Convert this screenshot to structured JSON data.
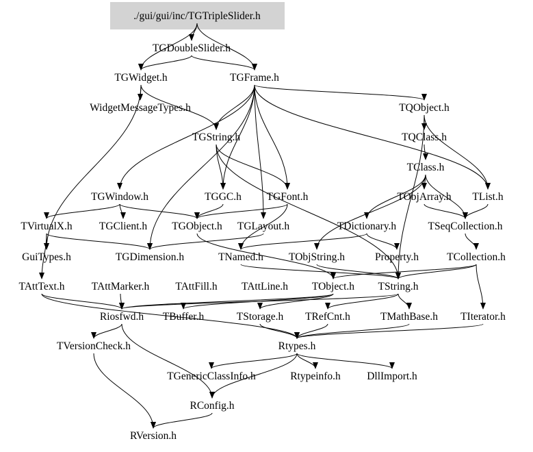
{
  "graph": {
    "title": "./gui/gui/inc/TGTripleSlider.h",
    "colors": {
      "root_fill": "#d3d3d3",
      "edge": "#000000",
      "text": "#000000",
      "background": "#ffffff"
    },
    "nodes": [
      {
        "id": "root",
        "label": "./gui/gui/inc/TGTripleSlider.h",
        "root": true
      },
      {
        "id": "TGDoubleSlider",
        "label": "TGDoubleSlider.h"
      },
      {
        "id": "TGWidget",
        "label": "TGWidget.h"
      },
      {
        "id": "TGFrame",
        "label": "TGFrame.h"
      },
      {
        "id": "WidgetMessageTypes",
        "label": "WidgetMessageTypes.h"
      },
      {
        "id": "TQObject",
        "label": "TQObject.h"
      },
      {
        "id": "TGString",
        "label": "TGString.h"
      },
      {
        "id": "TQClass",
        "label": "TQClass.h"
      },
      {
        "id": "TClass",
        "label": "TClass.h"
      },
      {
        "id": "TGWindow",
        "label": "TGWindow.h"
      },
      {
        "id": "TGGC",
        "label": "TGGC.h"
      },
      {
        "id": "TGFont",
        "label": "TGFont.h"
      },
      {
        "id": "TObjArray",
        "label": "TObjArray.h"
      },
      {
        "id": "TList",
        "label": "TList.h"
      },
      {
        "id": "TVirtualX",
        "label": "TVirtualX.h"
      },
      {
        "id": "TGClient",
        "label": "TGClient.h"
      },
      {
        "id": "TGObject",
        "label": "TGObject.h"
      },
      {
        "id": "TGLayout",
        "label": "TGLayout.h"
      },
      {
        "id": "TDictionary",
        "label": "TDictionary.h"
      },
      {
        "id": "TSeqCollection",
        "label": "TSeqCollection.h"
      },
      {
        "id": "GuiTypes",
        "label": "GuiTypes.h"
      },
      {
        "id": "TGDimension",
        "label": "TGDimension.h"
      },
      {
        "id": "TNamed",
        "label": "TNamed.h"
      },
      {
        "id": "TObjString",
        "label": "TObjString.h"
      },
      {
        "id": "Property",
        "label": "Property.h"
      },
      {
        "id": "TCollection",
        "label": "TCollection.h"
      },
      {
        "id": "TAttText",
        "label": "TAttText.h"
      },
      {
        "id": "TAttMarker",
        "label": "TAttMarker.h"
      },
      {
        "id": "TAttFill",
        "label": "TAttFill.h"
      },
      {
        "id": "TAttLine",
        "label": "TAttLine.h"
      },
      {
        "id": "TObject",
        "label": "TObject.h"
      },
      {
        "id": "TString",
        "label": "TString.h"
      },
      {
        "id": "Riosfwd",
        "label": "Riosfwd.h"
      },
      {
        "id": "TBuffer",
        "label": "TBuffer.h"
      },
      {
        "id": "TStorage",
        "label": "TStorage.h"
      },
      {
        "id": "TRefCnt",
        "label": "TRefCnt.h"
      },
      {
        "id": "TMathBase",
        "label": "TMathBase.h"
      },
      {
        "id": "TIterator",
        "label": "TIterator.h"
      },
      {
        "id": "TVersionCheck",
        "label": "TVersionCheck.h"
      },
      {
        "id": "Rtypes",
        "label": "Rtypes.h"
      },
      {
        "id": "TGenericClassInfo",
        "label": "TGenericClassInfo.h"
      },
      {
        "id": "Rtypeinfo",
        "label": "Rtypeinfo.h"
      },
      {
        "id": "DllImport",
        "label": "DllImport.h"
      },
      {
        "id": "RConfig",
        "label": "RConfig.h"
      },
      {
        "id": "RVersion",
        "label": "RVersion.h"
      }
    ],
    "edges": [
      [
        "root",
        "TGDoubleSlider"
      ],
      [
        "root",
        "TGWidget"
      ],
      [
        "root",
        "TGFrame"
      ],
      [
        "TGDoubleSlider",
        "TGWidget"
      ],
      [
        "TGDoubleSlider",
        "TGFrame"
      ],
      [
        "TGWidget",
        "WidgetMessageTypes"
      ],
      [
        "TGWidget",
        "TGString"
      ],
      [
        "TGWidget",
        "GuiTypes"
      ],
      [
        "TGFrame",
        "TGWindow"
      ],
      [
        "TGFrame",
        "TQObject"
      ],
      [
        "TGFrame",
        "TGString"
      ],
      [
        "TGFrame",
        "TList"
      ],
      [
        "TGFrame",
        "TGDimension"
      ],
      [
        "TGFrame",
        "TGGC"
      ],
      [
        "TGFrame",
        "TGFont"
      ],
      [
        "TGFrame",
        "TGLayout"
      ],
      [
        "TQObject",
        "TQClass"
      ],
      [
        "TQObject",
        "TList"
      ],
      [
        "TQObject",
        "TString"
      ],
      [
        "TQClass",
        "TClass"
      ],
      [
        "TClass",
        "TObjArray"
      ],
      [
        "TClass",
        "TDictionary"
      ],
      [
        "TClass",
        "TObjString"
      ],
      [
        "TClass",
        "TSeqCollection"
      ],
      [
        "TGString",
        "TGFont"
      ],
      [
        "TGString",
        "TGGC"
      ],
      [
        "TGString",
        "TString"
      ],
      [
        "TGWindow",
        "TVirtualX"
      ],
      [
        "TGWindow",
        "TGClient"
      ],
      [
        "TGWindow",
        "TGObject"
      ],
      [
        "TObjArray",
        "TSeqCollection"
      ],
      [
        "TList",
        "TSeqCollection"
      ],
      [
        "TGGC",
        "TGObject"
      ],
      [
        "TGFont",
        "TGObject"
      ],
      [
        "TGFont",
        "TNamed"
      ],
      [
        "TVirtualX",
        "GuiTypes"
      ],
      [
        "TVirtualX",
        "TGDimension"
      ],
      [
        "TVirtualX",
        "TAttText"
      ],
      [
        "TGObject",
        "TObject"
      ],
      [
        "TGLayout",
        "TGDimension"
      ],
      [
        "TDictionary",
        "TNamed"
      ],
      [
        "TDictionary",
        "Property"
      ],
      [
        "TSeqCollection",
        "TCollection"
      ],
      [
        "TNamed",
        "TString"
      ],
      [
        "TObjString",
        "TString"
      ],
      [
        "TCollection",
        "TObject"
      ],
      [
        "TCollection",
        "TString"
      ],
      [
        "TCollection",
        "TIterator"
      ],
      [
        "TAttText",
        "Riosfwd"
      ],
      [
        "TAttText",
        "Rtypes"
      ],
      [
        "TAttMarker",
        "Riosfwd"
      ],
      [
        "TObject",
        "Riosfwd"
      ],
      [
        "TObject",
        "TStorage"
      ],
      [
        "TObject",
        "TBuffer"
      ],
      [
        "TString",
        "TRefCnt"
      ],
      [
        "TString",
        "TMathBase"
      ],
      [
        "TString",
        "Riosfwd"
      ],
      [
        "Riosfwd",
        "TVersionCheck"
      ],
      [
        "Riosfwd",
        "RConfig"
      ],
      [
        "TStorage",
        "Rtypes"
      ],
      [
        "TRefCnt",
        "Rtypes"
      ],
      [
        "TMathBase",
        "Rtypes"
      ],
      [
        "TIterator",
        "Rtypes"
      ],
      [
        "TVersionCheck",
        "RVersion"
      ],
      [
        "Rtypes",
        "TGenericClassInfo"
      ],
      [
        "Rtypes",
        "Rtypeinfo"
      ],
      [
        "Rtypes",
        "DllImport"
      ],
      [
        "Rtypes",
        "RConfig"
      ],
      [
        "RConfig",
        "RVersion"
      ]
    ]
  }
}
